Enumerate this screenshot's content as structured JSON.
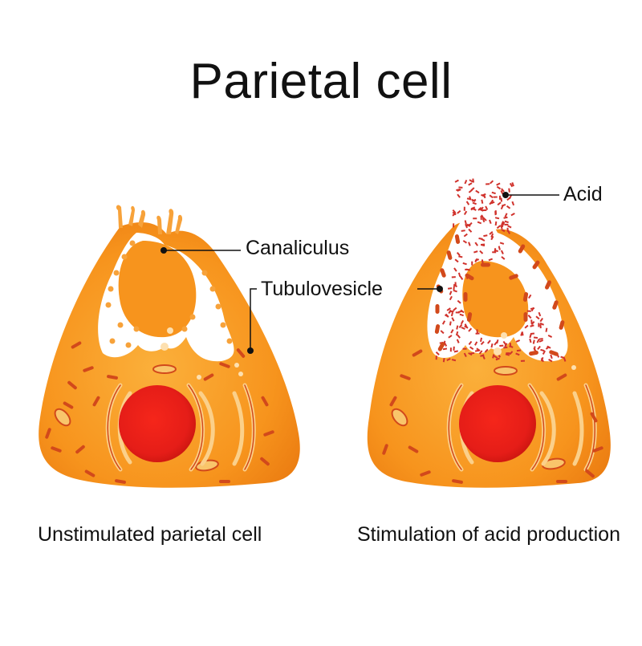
{
  "title": "Parietal cell",
  "labels": {
    "canaliculus": "Canaliculus",
    "tubulovesicle": "Tubulovesicle",
    "acid": "Acid"
  },
  "captions": {
    "left": "Unstimulated parietal cell",
    "right": "Stimulation of acid production"
  },
  "colors": {
    "cytoplasm": "#f7941d",
    "cytoplasm_dark": "#e97a10",
    "nucleus": "#e8251a",
    "organelle": "#d2491b",
    "lumen": "#ffffff",
    "acid": "#d0322c"
  }
}
